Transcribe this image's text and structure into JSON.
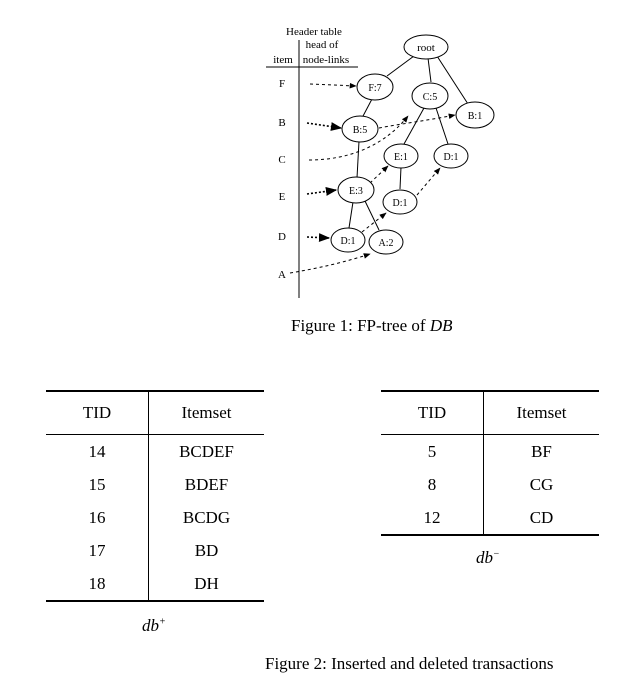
{
  "header_table": {
    "title": "Header table",
    "col_item": "item",
    "col_links_line1": "head of",
    "col_links_line2": "node-links",
    "items": [
      "F",
      "B",
      "C",
      "E",
      "D",
      "A"
    ]
  },
  "tree": {
    "nodes": {
      "root": "root",
      "c5": "C:5",
      "b1": "B:1",
      "f7": "F:7",
      "b5": "B:5",
      "e1": "E:1",
      "d1a": "D:1",
      "e3": "E:3",
      "d1b": "D:1",
      "d1c": "D:1",
      "a2": "A:2"
    }
  },
  "figure1_caption": {
    "prefix": "Figure 1: FP-tree of ",
    "italic": "DB"
  },
  "db_plus": {
    "headers": [
      "TID",
      "Itemset"
    ],
    "rows": [
      [
        "14",
        "BCDEF"
      ],
      [
        "15",
        "BDEF"
      ],
      [
        "16",
        "BCDG"
      ],
      [
        "17",
        "BD"
      ],
      [
        "18",
        "DH"
      ]
    ],
    "label": "db",
    "label_sup": "+"
  },
  "db_minus": {
    "headers": [
      "TID",
      "Itemset"
    ],
    "rows": [
      [
        "5",
        "BF"
      ],
      [
        "8",
        "CG"
      ],
      [
        "12",
        "CD"
      ]
    ],
    "label": "db",
    "label_sup": "−"
  },
  "figure2_caption": "Figure 2: Inserted and deleted transactions"
}
